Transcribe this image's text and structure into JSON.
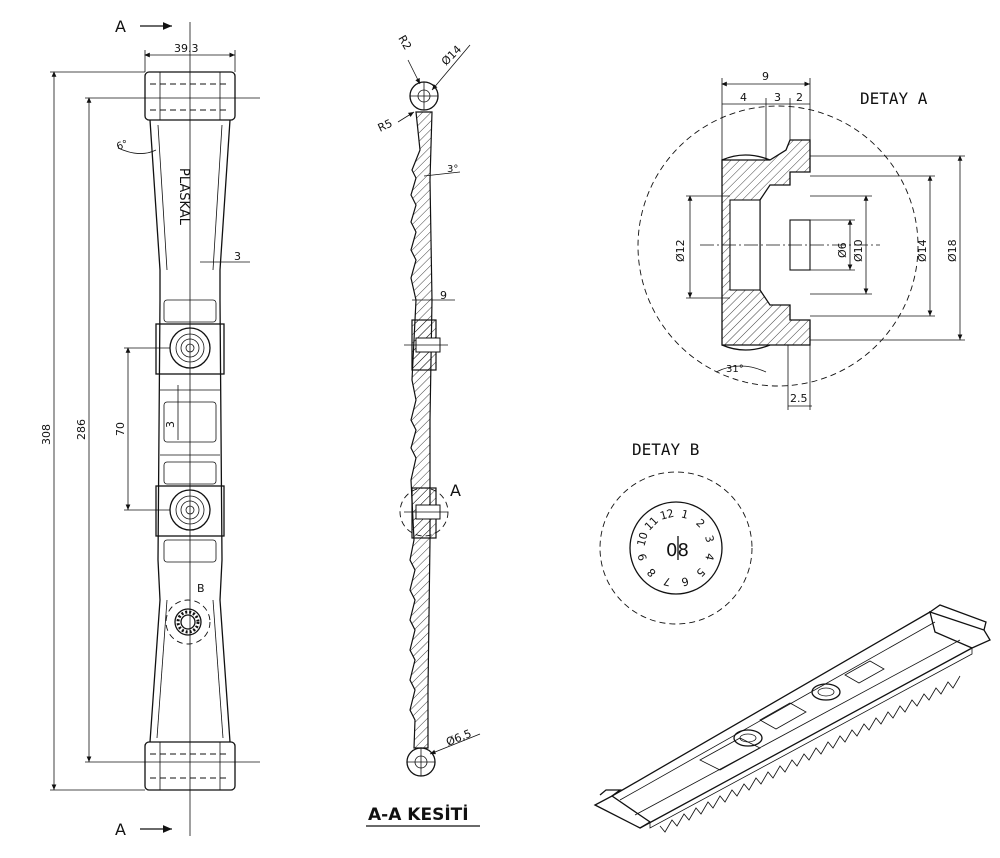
{
  "section_marks": {
    "top": "A",
    "bottom": "A",
    "detail_a_ref": "A",
    "detail_b_ref": "B"
  },
  "front_view": {
    "dim_width": "39.3",
    "dim_overall": "308",
    "dim_inner": "286",
    "dim_pitch": "70",
    "dim_wall": "3",
    "dim_wall_2": "3",
    "angle": "6°",
    "engraving": "PLASKAL"
  },
  "section_view": {
    "title": "A-A KESİTİ",
    "r_top": "R2",
    "r_side": "R5",
    "hole_top": "Ø14",
    "angle": "3°",
    "boss": "9",
    "hole_bottom": "Ø6,5"
  },
  "detail_a": {
    "title": "DETAY A",
    "total": "9",
    "seg1": "4",
    "seg2": "3",
    "seg3": "2",
    "d12": "Ø12",
    "d6": "Ø6",
    "d10": "Ø10",
    "d14": "Ø14",
    "d18": "Ø18",
    "angle": "31°",
    "offset": "2.5"
  },
  "detail_b": {
    "title": "DETAY B",
    "center": "08",
    "numbers": [
      "1",
      "2",
      "3",
      "4",
      "5",
      "6",
      "7",
      "8",
      "9",
      "10",
      "11",
      "12"
    ]
  }
}
